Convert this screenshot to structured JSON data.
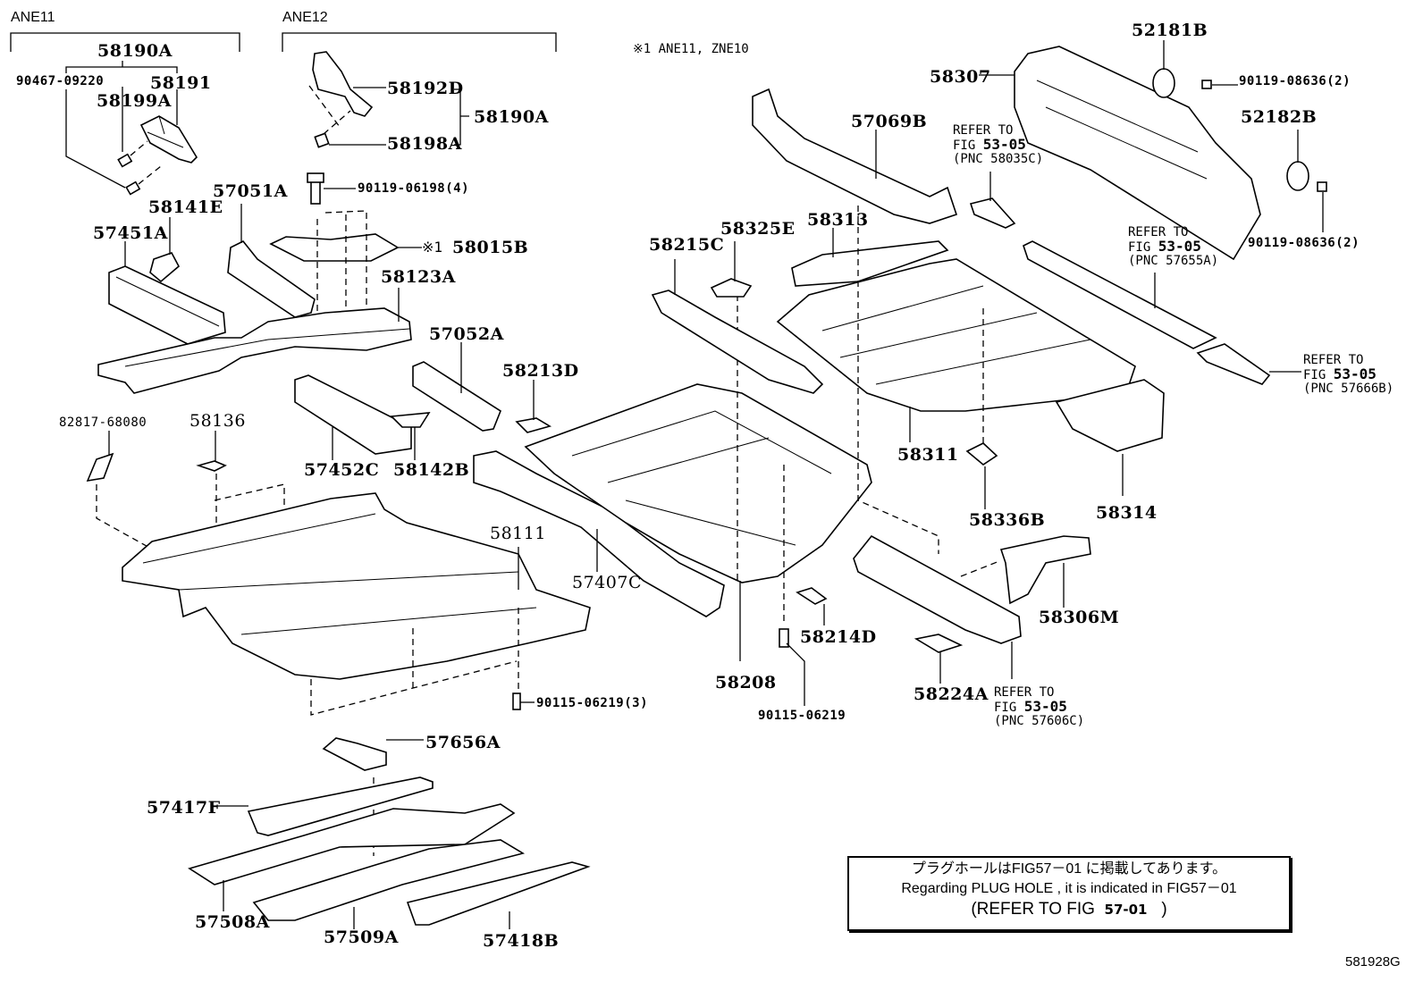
{
  "diagram": {
    "figure_id": "581928G",
    "variant_groups": [
      {
        "label": "ANE11",
        "assembly": "58190A",
        "parts": [
          "90467-09220",
          "58191",
          "58199A"
        ]
      },
      {
        "label": "ANE12",
        "assembly": "58190A",
        "parts": [
          "58192D",
          "58198A"
        ]
      }
    ],
    "footnote": "※1 ANE11, ZNE10",
    "labels": {
      "p58190A_ane11": "58190A",
      "p90467_09220": "90467-09220",
      "p58191": "58191",
      "p58199A": "58199A",
      "p58192D": "58192D",
      "p58190A_ane12": "58190A",
      "p58198A": "58198A",
      "p90119_06198": "90119-06198(4)",
      "p58015B_mark": "※1",
      "p58015B": "58015B",
      "p58141E": "58141E",
      "p57051A": "57051A",
      "p57451A": "57451A",
      "p58123A": "58123A",
      "p57052A": "57052A",
      "p58213D": "58213D",
      "p57452C": "57452C",
      "p58142B": "58142B",
      "p82817_68080": "82817-68080",
      "p58136": "58136",
      "p58111": "58111",
      "p90115_06219_3": "90115-06219(3)",
      "p57407C": "57407C",
      "p58208": "58208",
      "p58214D": "58214D",
      "p90115_06219": "90115-06219",
      "p57656A": "57656A",
      "p57417F": "57417F",
      "p57508A": "57508A",
      "p57509A": "57509A",
      "p57418B": "57418B",
      "p57069B": "57069B",
      "p58307": "58307",
      "p52181B": "52181B",
      "p90119_08636_a": "90119-08636(2)",
      "p52182B": "52182B",
      "p90119_08636_b": "90119-08636(2)",
      "p58215C": "58215C",
      "p58325E": "58325E",
      "p58313": "58313",
      "p58311": "58311",
      "p58336B": "58336B",
      "p58314": "58314",
      "p58306M": "58306M",
      "p58224A": "58224A"
    },
    "refers": [
      {
        "line1": "REFER TO",
        "fig_prefix": "FIG ",
        "fig": "53-05",
        "pnc": "(PNC 58035C)"
      },
      {
        "line1": "REFER TO",
        "fig_prefix": "FIG ",
        "fig": "53-05",
        "pnc": "(PNC 57655A)"
      },
      {
        "line1": "REFER TO",
        "fig_prefix": "FIG  ",
        "fig": "53-05",
        "pnc": "(PNC 57666B)"
      },
      {
        "line1": "REFER TO",
        "fig_prefix": "FIG ",
        "fig": "53-05",
        "pnc": "(PNC 57606C)"
      }
    ],
    "note": {
      "line_jp": "プラグホールはFIG57－01 に掲載してあります。",
      "line_en": "Regarding  PLUG HOLE , it is  indicated  in  FIG57－01",
      "ref_prefix": "(REFER TO FIG",
      "ref_fig": "57-01",
      "ref_suffix": ")"
    }
  }
}
